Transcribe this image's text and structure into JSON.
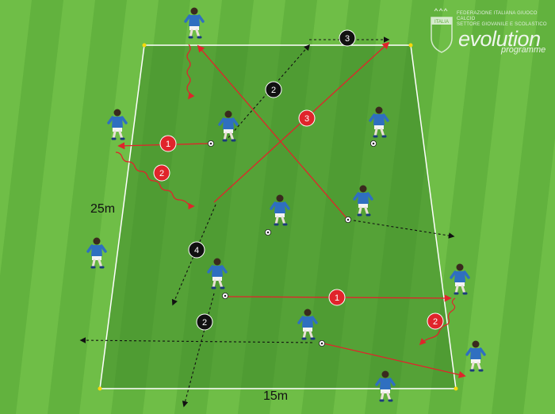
{
  "logo": {
    "shield_text": "ITALIA",
    "federation_line1": "FEDERAZIONE ITALIANA GIUOCO CALCIO",
    "federation_line2": "SETTORE GIOVANILE E SCOLASTICO",
    "brand": "evolution",
    "subbrand": "programme"
  },
  "dimensions": {
    "length": "25m",
    "width": "15m"
  },
  "markers": [
    "1",
    "2",
    "3",
    "2",
    "4",
    "1",
    "2",
    "2",
    "3"
  ],
  "colors": {
    "grass_light": "#6dbb45",
    "grass_dark": "#4f9a31",
    "red": "#e0242b",
    "black": "#111111",
    "kit": "#2f6fc0"
  }
}
